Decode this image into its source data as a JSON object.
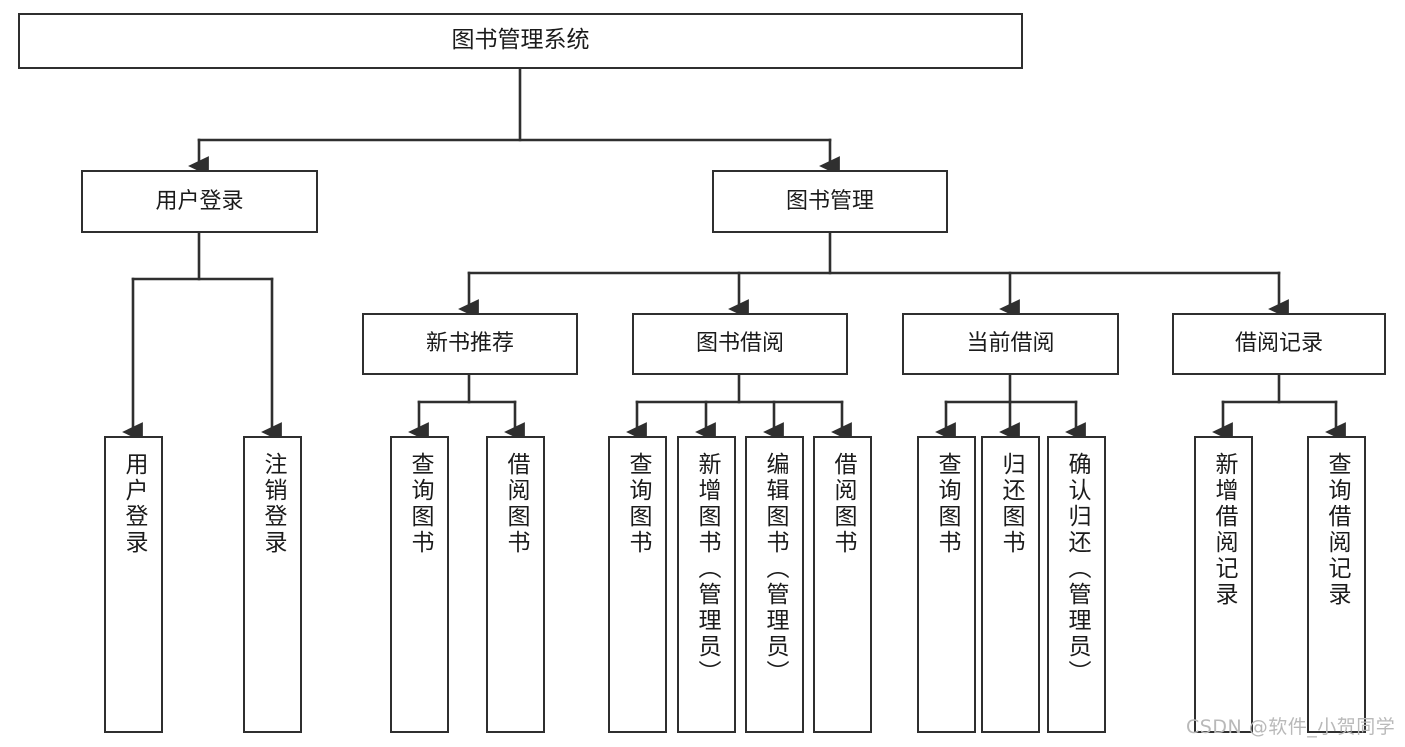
{
  "diagram": {
    "title": "图书管理系统",
    "type": "hierarchy-tree",
    "watermark": "CSDN @软件_小贺同学",
    "colors": {
      "stroke": "#2f2f2f",
      "fill": "#ffffff",
      "text": "#1b1b1b",
      "watermark": "#b9b9b9"
    },
    "nodes": {
      "root": {
        "label": "图书管理系统",
        "level": 1
      },
      "l2": [
        {
          "id": "user-login",
          "label": "用户登录",
          "level": 2
        },
        {
          "id": "book-manage",
          "label": "图书管理",
          "level": 2
        }
      ],
      "l3": [
        {
          "id": "new-book-recommend",
          "label": "新书推荐",
          "level": 3,
          "parent": "book-manage"
        },
        {
          "id": "book-borrow",
          "label": "图书借阅",
          "level": 3,
          "parent": "book-manage"
        },
        {
          "id": "current-borrow",
          "label": "当前借阅",
          "level": 3,
          "parent": "book-manage"
        },
        {
          "id": "borrow-record",
          "label": "借阅记录",
          "level": 3,
          "parent": "book-manage"
        }
      ],
      "leaves": [
        {
          "id": "leaf-user-login",
          "label": "用户登录",
          "parent": "user-login"
        },
        {
          "id": "leaf-logout",
          "label": "注销登录",
          "parent": "user-login"
        },
        {
          "id": "leaf-query-book-recommend",
          "label": "查询图书",
          "parent": "new-book-recommend"
        },
        {
          "id": "leaf-borrow-book-recommend",
          "label": "借阅图书",
          "parent": "new-book-recommend"
        },
        {
          "id": "leaf-query-book-borrow",
          "label": "查询图书",
          "parent": "book-borrow"
        },
        {
          "id": "leaf-add-book",
          "label": "新增图书（管理员）",
          "parent": "book-borrow"
        },
        {
          "id": "leaf-edit-book",
          "label": "编辑图书（管理员）",
          "parent": "book-borrow"
        },
        {
          "id": "leaf-borrow-book",
          "label": "借阅图书",
          "parent": "book-borrow"
        },
        {
          "id": "leaf-query-book-current",
          "label": "查询图书",
          "parent": "current-borrow"
        },
        {
          "id": "leaf-return-book",
          "label": "归还图书",
          "parent": "current-borrow"
        },
        {
          "id": "leaf-confirm-return",
          "label": "确认归还（管理员）",
          "parent": "current-borrow"
        },
        {
          "id": "leaf-add-record",
          "label": "新增借阅记录",
          "parent": "borrow-record"
        },
        {
          "id": "leaf-query-record",
          "label": "查询借阅记录",
          "parent": "borrow-record"
        }
      ]
    }
  }
}
